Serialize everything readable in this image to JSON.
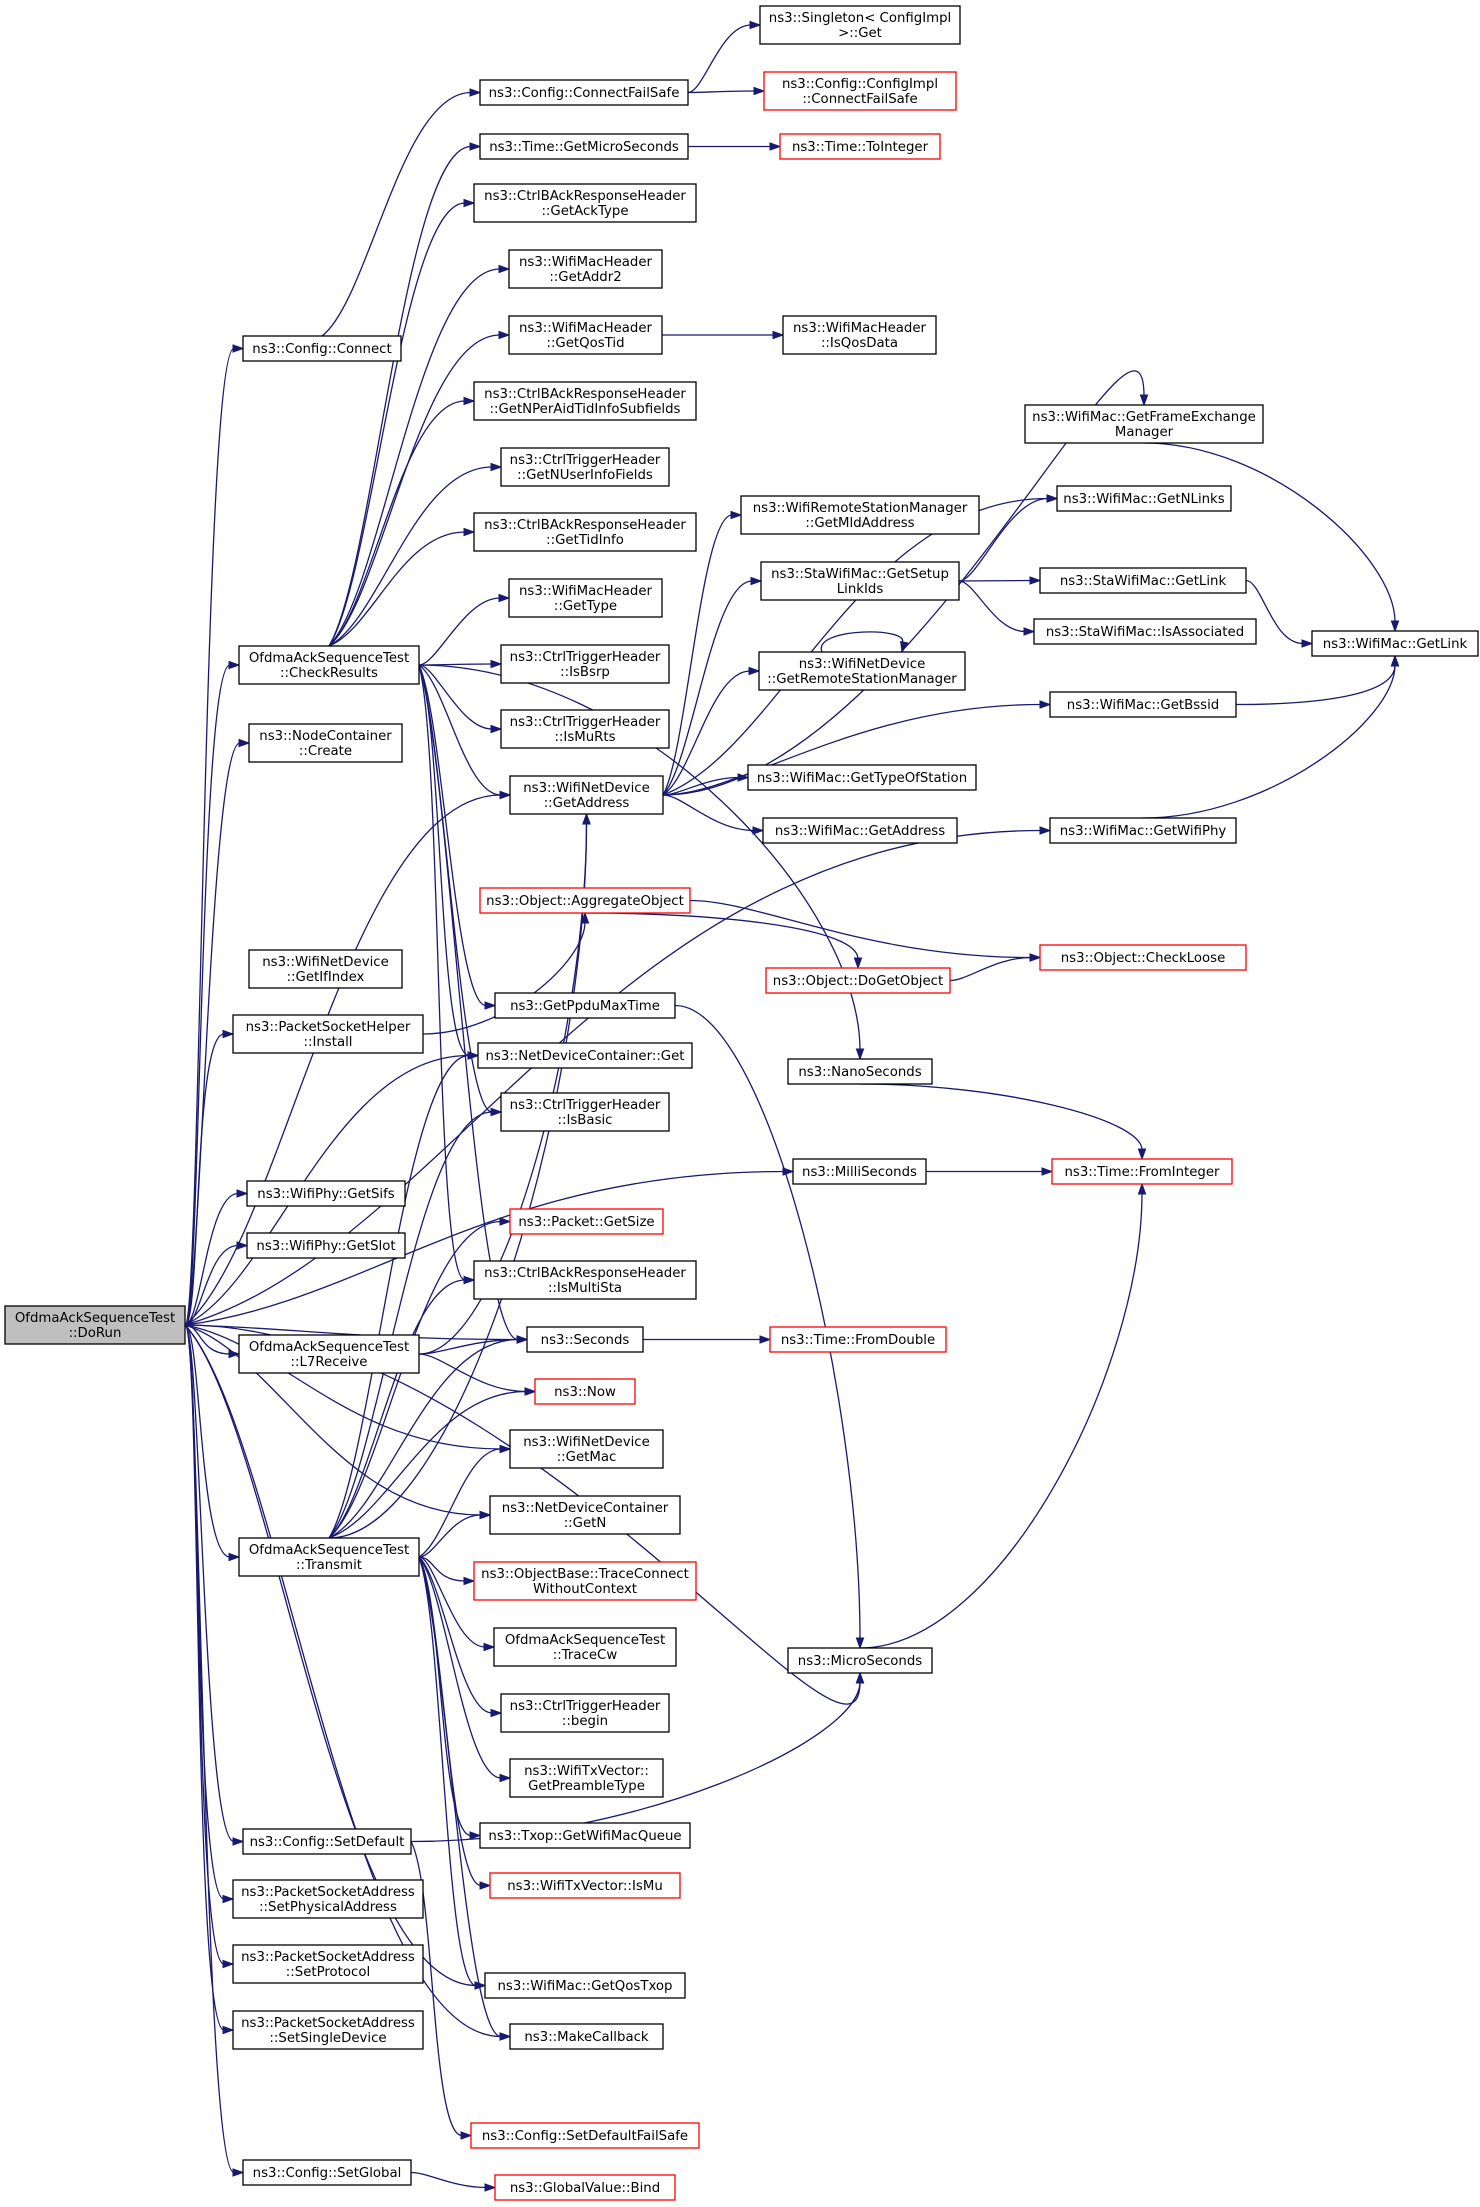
{
  "colors": {
    "edge": "#191970",
    "node_border": "#000000",
    "node_border_truncated": "#ff0000",
    "root_fill": "#bfbfbf"
  },
  "nodes": [
    {
      "id": "root",
      "lines": [
        "OfdmaAckSequenceTest",
        "::DoRun"
      ]
    },
    {
      "id": "cfg_connect",
      "lines": [
        "ns3::Config::Connect"
      ]
    },
    {
      "id": "cr",
      "lines": [
        "OfdmaAckSequenceTest",
        "::CheckResults"
      ]
    },
    {
      "id": "nc_create",
      "lines": [
        "ns3::NodeContainer",
        "::Create"
      ]
    },
    {
      "id": "nd_getifindex",
      "lines": [
        "ns3::WifiNetDevice",
        "::GetIfIndex"
      ]
    },
    {
      "id": "psh_install",
      "lines": [
        "ns3::PacketSocketHelper",
        "::Install"
      ]
    },
    {
      "id": "phy_getsifs",
      "lines": [
        "ns3::WifiPhy::GetSifs"
      ]
    },
    {
      "id": "phy_getslot",
      "lines": [
        "ns3::WifiPhy::GetSlot"
      ]
    },
    {
      "id": "l7",
      "lines": [
        "OfdmaAckSequenceTest",
        "::L7Receive"
      ]
    },
    {
      "id": "tx",
      "lines": [
        "OfdmaAckSequenceTest",
        "::Transmit"
      ]
    },
    {
      "id": "cfg_setdefault",
      "lines": [
        "ns3::Config::SetDefault"
      ]
    },
    {
      "id": "psa_setphys",
      "lines": [
        "ns3::PacketSocketAddress",
        "::SetPhysicalAddress"
      ]
    },
    {
      "id": "psa_setproto",
      "lines": [
        "ns3::PacketSocketAddress",
        "::SetProtocol"
      ]
    },
    {
      "id": "psa_setsingle",
      "lines": [
        "ns3::PacketSocketAddress",
        "::SetSingleDevice"
      ]
    },
    {
      "id": "cfg_setglobal",
      "lines": [
        "ns3::Config::SetGlobal"
      ]
    },
    {
      "id": "cfg_cfs",
      "lines": [
        "ns3::Config::ConnectFailSafe"
      ]
    },
    {
      "id": "time_getmicro",
      "lines": [
        "ns3::Time::GetMicroSeconds"
      ]
    },
    {
      "id": "cbar_getacktype",
      "lines": [
        "ns3::CtrlBAckResponseHeader",
        "::GetAckType"
      ]
    },
    {
      "id": "wmh_getaddr2",
      "lines": [
        "ns3::WifiMacHeader",
        "::GetAddr2"
      ]
    },
    {
      "id": "wmh_getqostid",
      "lines": [
        "ns3::WifiMacHeader",
        "::GetQosTid"
      ]
    },
    {
      "id": "cbar_getnper",
      "lines": [
        "ns3::CtrlBAckResponseHeader",
        "::GetNPerAidTidInfoSubfields"
      ]
    },
    {
      "id": "cth_getnuser",
      "lines": [
        "ns3::CtrlTriggerHeader",
        "::GetNUserInfoFields"
      ]
    },
    {
      "id": "cbar_gettidinfo",
      "lines": [
        "ns3::CtrlBAckResponseHeader",
        "::GetTidInfo"
      ]
    },
    {
      "id": "wmh_gettype",
      "lines": [
        "ns3::WifiMacHeader",
        "::GetType"
      ]
    },
    {
      "id": "cth_isbsrp",
      "lines": [
        "ns3::CtrlTriggerHeader",
        "::IsBsrp"
      ]
    },
    {
      "id": "cth_ismurts",
      "lines": [
        "ns3::CtrlTriggerHeader",
        "::IsMuRts"
      ]
    },
    {
      "id": "nd_getaddress",
      "lines": [
        "ns3::WifiNetDevice",
        "::GetAddress"
      ]
    },
    {
      "id": "obj_aggregate",
      "lines": [
        "ns3::Object::AggregateObject"
      ]
    },
    {
      "id": "getppdumax",
      "lines": [
        "ns3::GetPpduMaxTime"
      ]
    },
    {
      "id": "ndc_get",
      "lines": [
        "ns3::NetDeviceContainer::Get"
      ]
    },
    {
      "id": "cth_isbasic",
      "lines": [
        "ns3::CtrlTriggerHeader",
        "::IsBasic"
      ]
    },
    {
      "id": "pkt_getsize",
      "lines": [
        "ns3::Packet::GetSize"
      ]
    },
    {
      "id": "cbar_ismultista",
      "lines": [
        "ns3::CtrlBAckResponseHeader",
        "::IsMultiSta"
      ]
    },
    {
      "id": "seconds",
      "lines": [
        "ns3::Seconds"
      ]
    },
    {
      "id": "now",
      "lines": [
        "ns3::Now"
      ]
    },
    {
      "id": "nd_getmac",
      "lines": [
        "ns3::WifiNetDevice",
        "::GetMac"
      ]
    },
    {
      "id": "ndc_getn",
      "lines": [
        "ns3::NetDeviceContainer",
        "::GetN"
      ]
    },
    {
      "id": "ob_traceconnect",
      "lines": [
        "ns3::ObjectBase::TraceConnect",
        "WithoutContext"
      ]
    },
    {
      "id": "tracecw",
      "lines": [
        "OfdmaAckSequenceTest",
        "::TraceCw"
      ]
    },
    {
      "id": "cth_begin",
      "lines": [
        "ns3::CtrlTriggerHeader",
        "::begin"
      ]
    },
    {
      "id": "txv_getpreamble",
      "lines": [
        "ns3::WifiTxVector::",
        "GetPreambleType"
      ]
    },
    {
      "id": "txop_getqueue",
      "lines": [
        "ns3::Txop::GetWifiMacQueue"
      ]
    },
    {
      "id": "txv_ismu",
      "lines": [
        "ns3::WifiTxVector::IsMu"
      ]
    },
    {
      "id": "mac_getqostxop",
      "lines": [
        "ns3::WifiMac::GetQosTxop"
      ]
    },
    {
      "id": "makecallback",
      "lines": [
        "ns3::MakeCallback"
      ]
    },
    {
      "id": "cfg_setdefaultfs",
      "lines": [
        "ns3::Config::SetDefaultFailSafe"
      ]
    },
    {
      "id": "gv_bind",
      "lines": [
        "ns3::GlobalValue::Bind"
      ]
    },
    {
      "id": "singleton_get",
      "lines": [
        "ns3::Singleton< ConfigImpl",
        ">::Get"
      ]
    },
    {
      "id": "cfgimpl_cfs",
      "lines": [
        "ns3::Config::ConfigImpl",
        "::ConnectFailSafe"
      ]
    },
    {
      "id": "time_tointeger",
      "lines": [
        "ns3::Time::ToInteger"
      ]
    },
    {
      "id": "wmh_isqosdata",
      "lines": [
        "ns3::WifiMacHeader",
        "::IsQosData"
      ]
    },
    {
      "id": "wrsm_getmld",
      "lines": [
        "ns3::WifiRemoteStationManager",
        "::GetMldAddress"
      ]
    },
    {
      "id": "sta_getsetup",
      "lines": [
        "ns3::StaWifiMac::GetSetup",
        "LinkIds"
      ]
    },
    {
      "id": "nd_getrsm",
      "lines": [
        "ns3::WifiNetDevice",
        "::GetRemoteStationManager"
      ]
    },
    {
      "id": "mac_gettypeofsta",
      "lines": [
        "ns3::WifiMac::GetTypeOfStation"
      ]
    },
    {
      "id": "mac_getaddress",
      "lines": [
        "ns3::WifiMac::GetAddress"
      ]
    },
    {
      "id": "obj_dogetobject",
      "lines": [
        "ns3::Object::DoGetObject"
      ]
    },
    {
      "id": "nanoseconds",
      "lines": [
        "ns3::NanoSeconds"
      ]
    },
    {
      "id": "milliseconds",
      "lines": [
        "ns3::MilliSeconds"
      ]
    },
    {
      "id": "time_fromdouble",
      "lines": [
        "ns3::Time::FromDouble"
      ]
    },
    {
      "id": "microseconds",
      "lines": [
        "ns3::MicroSeconds"
      ]
    },
    {
      "id": "mac_getfem",
      "lines": [
        "ns3::WifiMac::GetFrameExchange",
        "Manager"
      ]
    },
    {
      "id": "mac_getnlinks",
      "lines": [
        "ns3::WifiMac::GetNLinks"
      ]
    },
    {
      "id": "sta_getlink",
      "lines": [
        "ns3::StaWifiMac::GetLink"
      ]
    },
    {
      "id": "sta_isassoc",
      "lines": [
        "ns3::StaWifiMac::IsAssociated"
      ]
    },
    {
      "id": "mac_getbssid",
      "lines": [
        "ns3::WifiMac::GetBssid"
      ]
    },
    {
      "id": "mac_getwifiphy",
      "lines": [
        "ns3::WifiMac::GetWifiPhy"
      ]
    },
    {
      "id": "obj_checkloose",
      "lines": [
        "ns3::Object::CheckLoose"
      ]
    },
    {
      "id": "time_frominteger",
      "lines": [
        "ns3::Time::FromInteger"
      ]
    },
    {
      "id": "mac_getlink",
      "lines": [
        "ns3::WifiMac::GetLink"
      ]
    }
  ]
}
